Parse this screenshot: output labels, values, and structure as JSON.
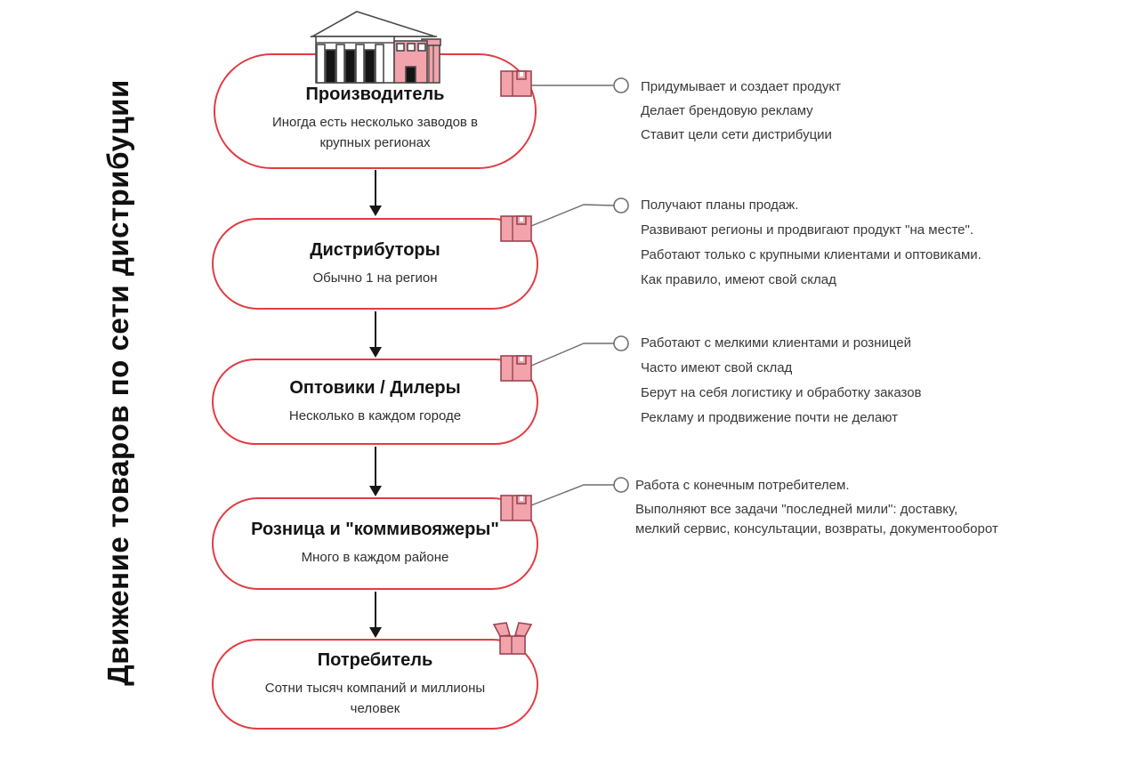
{
  "title": "Движение товаров по сети дистрибуции",
  "colors": {
    "accent_red": "#e13c42",
    "box_pink": "#f2a3ac",
    "box_stroke": "#99454f",
    "connector_grey": "#6e6e6e",
    "text_dark": "#141414",
    "text_grey": "#383838"
  },
  "nodes": [
    {
      "title": "Производитель",
      "subtitle": "Иногда есть несколько заводов в крупных регионах",
      "icons": [
        "factory-building-icon",
        "closed-box-icon"
      ]
    },
    {
      "title": "Дистрибуторы",
      "subtitle": "Обычно 1 на регион",
      "icons": [
        "closed-box-icon"
      ]
    },
    {
      "title": "Оптовики / Дилеры",
      "subtitle": "Несколько в каждом городе",
      "icons": [
        "closed-box-icon"
      ]
    },
    {
      "title": "Розница и \"коммивояжеры\"",
      "subtitle": "Много в каждом районе",
      "icons": [
        "closed-box-icon"
      ]
    },
    {
      "title": "Потребитель",
      "subtitle": "Сотни тысяч компаний и миллионы человек",
      "icons": [
        "open-box-icon"
      ]
    }
  ],
  "annotations": [
    {
      "lines": [
        "Придумывает и создает продукт",
        "Делает брендовую рекламу",
        "Ставит цели сети дистрибуции"
      ]
    },
    {
      "lines": [
        "Получают планы продаж.",
        "Развивают регионы и продвигают продукт \"на месте\".",
        "Работают только с крупными клиентами и оптовиками.",
        "Как правило, имеют свой склад"
      ]
    },
    {
      "lines": [
        "Работают с мелкими клиентами и розницей",
        "Часто имеют свой склад",
        "Берут на себя логистику и обработку заказов",
        "Рекламу и продвижение почти не делают"
      ]
    },
    {
      "lines": [
        "Работа с конечным потребителем.",
        "Выполняют все задачи \"последней мили\": доставку, мелкий сервис, консультации, возвраты, документооборот"
      ]
    }
  ]
}
